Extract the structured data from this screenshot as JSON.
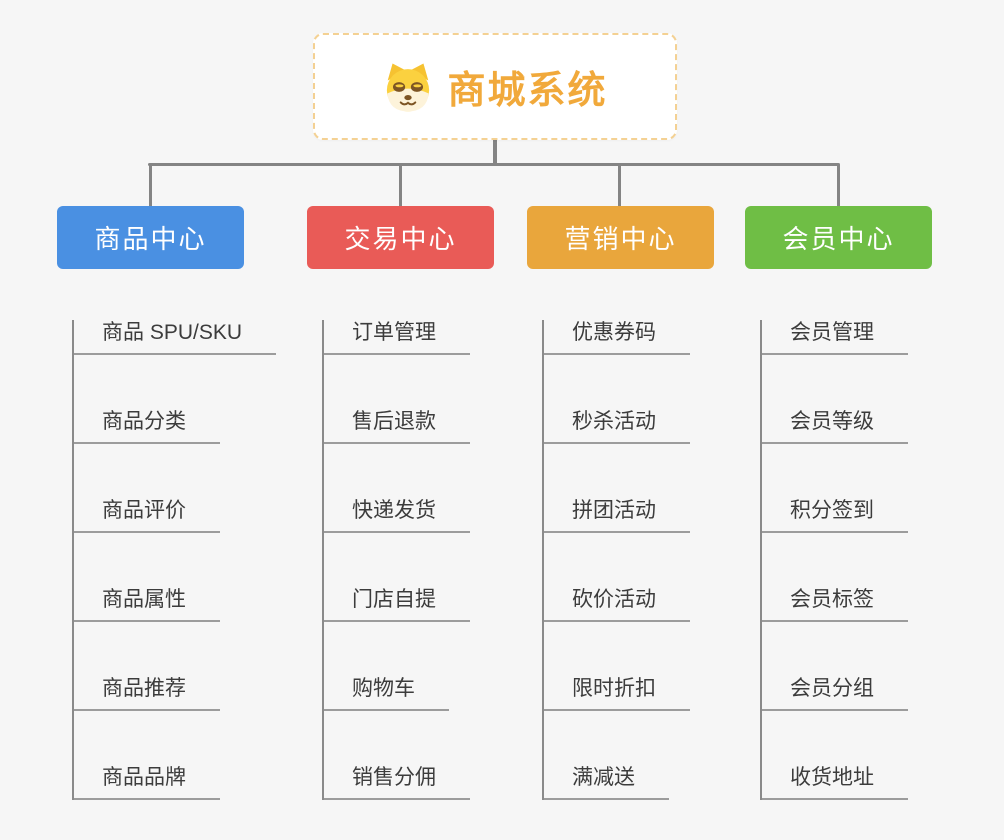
{
  "page": {
    "background_color": "#f6f6f6",
    "connector_color": "#848484",
    "underline_color": "#9c9c9c"
  },
  "root": {
    "title": "商城系统",
    "title_color": "#f1a93b",
    "border_color": "#f4d193",
    "icon": "doge-icon",
    "icon_colors": {
      "fur": "#fbd13f",
      "muzzle": "#fdf3da",
      "features": "#7d5524"
    }
  },
  "branches": [
    {
      "label": "商品中心",
      "color": "#4a90e2",
      "children": [
        "商品 SPU/SKU",
        "商品分类",
        "商品评价",
        "商品属性",
        "商品推荐",
        "商品品牌"
      ]
    },
    {
      "label": "交易中心",
      "color": "#e95b57",
      "children": [
        "订单管理",
        "售后退款",
        "快递发货",
        "门店自提",
        "购物车",
        "销售分佣"
      ]
    },
    {
      "label": "营销中心",
      "color": "#e9a63c",
      "children": [
        "优惠券码",
        "秒杀活动",
        "拼团活动",
        "砍价活动",
        "限时折扣",
        "满减送"
      ]
    },
    {
      "label": "会员中心",
      "color": "#6fbe45",
      "children": [
        "会员管理",
        "会员等级",
        "积分签到",
        "会员标签",
        "会员分组",
        "收货地址"
      ]
    }
  ]
}
